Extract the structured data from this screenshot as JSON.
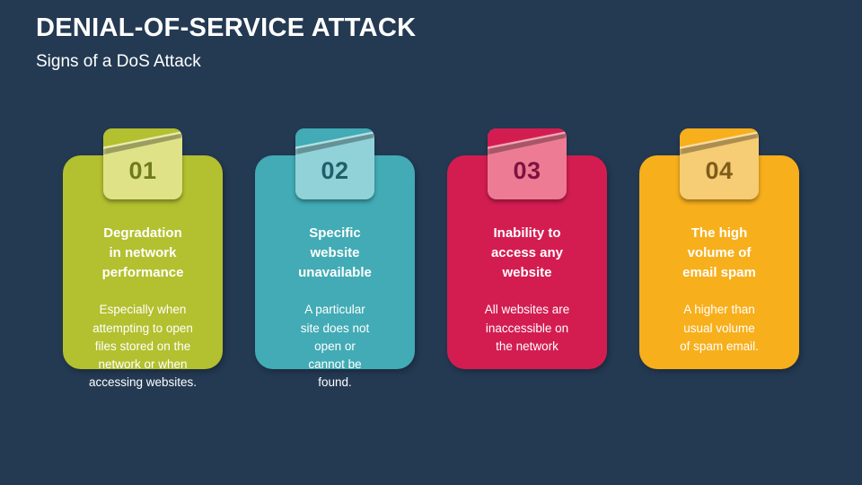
{
  "slide": {
    "title": "DENIAL-OF-SERVICE ATTACK",
    "subtitle": "Signs of a DoS Attack",
    "background": "#243a53",
    "text_color": "#ffffff"
  },
  "cards": [
    {
      "number": "01",
      "title": "Degradation\nin network\nperformance",
      "body": "Especially when\nattempting to open\nfiles stored on the\nnetwork or when\naccessing websites.",
      "colors": {
        "card": "#b3c02f",
        "tab": "#dfe287",
        "number": "#6f7a1e"
      }
    },
    {
      "number": "02",
      "title": "Specific\nwebsite\nunavailable",
      "body": "A particular\nsite does not\nopen or\ncannot be\nfound.",
      "colors": {
        "card": "#42abb5",
        "tab": "#90d2d8",
        "number": "#1f5f69"
      }
    },
    {
      "number": "03",
      "title": "Inability to\naccess any\nwebsite",
      "body": "All websites are\ninaccessible on\nthe network",
      "colors": {
        "card": "#d31d51",
        "tab": "#ee7b94",
        "number": "#7e1340"
      }
    },
    {
      "number": "04",
      "title": "The high\nvolume of\nemail spam",
      "body": "A higher than\nusual volume\nof spam email.",
      "colors": {
        "card": "#f7af1c",
        "tab": "#f6cc74",
        "number": "#7e5c1a"
      }
    }
  ]
}
